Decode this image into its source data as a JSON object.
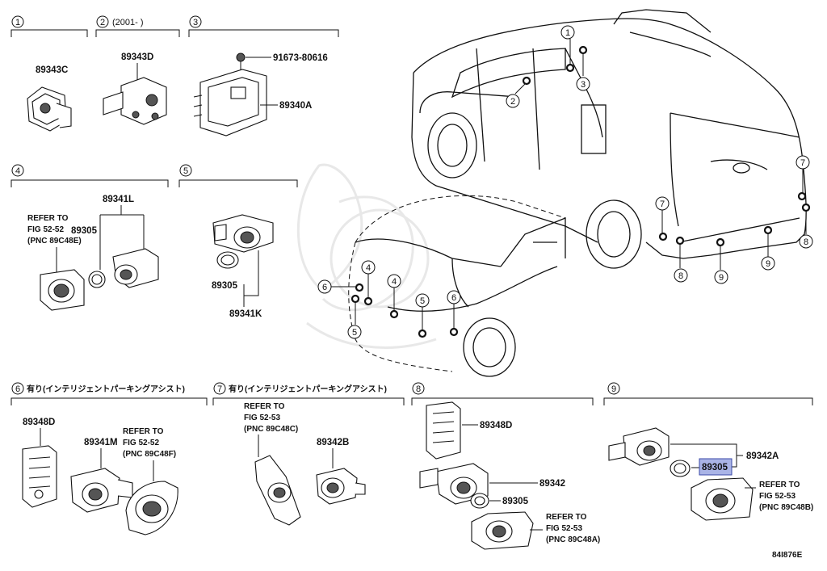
{
  "sections": {
    "s1": {
      "num": "1"
    },
    "s2": {
      "num": "2",
      "note": "(2001-      )"
    },
    "s3": {
      "num": "3"
    },
    "s4": {
      "num": "4"
    },
    "s5": {
      "num": "5"
    },
    "s6": {
      "num": "6",
      "note": "有り(インテリジェントパーキングアシスト)"
    },
    "s7": {
      "num": "7",
      "note": "有り(インテリジェントパーキングアシスト)"
    },
    "s8": {
      "num": "8"
    },
    "s9": {
      "num": "9"
    }
  },
  "parts": {
    "p89343C": "89343C",
    "p89343D": "89343D",
    "p91673": "91673-80616",
    "p89340A": "89340A",
    "p89341L": "89341L",
    "p89305_4": "89305",
    "p89305_5": "89305",
    "p89341K": "89341K",
    "p89348D_6": "89348D",
    "p89341M": "89341M",
    "p89342B": "89342B",
    "p89348D_8": "89348D",
    "p89342": "89342",
    "p89305_8": "89305",
    "p89342A": "89342A",
    "p89305_9": "89305"
  },
  "refs": {
    "r4": [
      "REFER TO",
      "FIG 52-52",
      "(PNC 89C48E)"
    ],
    "r6": [
      "REFER TO",
      "FIG 52-52",
      "(PNC 89C48F)"
    ],
    "r7": [
      "REFER TO",
      "FIG 52-53",
      "(PNC 89C48C)"
    ],
    "r8": [
      "REFER TO",
      "FIG 52-53",
      "(PNC 89C48A)"
    ],
    "r9": [
      "REFER TO",
      "FIG 52-53",
      "(PNC 89C48B)"
    ]
  },
  "callouts": {
    "rear_1": "1",
    "rear_2": "2",
    "rear_3": "3",
    "rear_7a": "7",
    "rear_7b": "7",
    "rear_8a": "8",
    "rear_8b": "8",
    "rear_9a": "9",
    "rear_9b": "9",
    "front_4a": "4",
    "front_4b": "4",
    "front_5a": "5",
    "front_5b": "5",
    "front_6a": "6",
    "front_6b": "6"
  },
  "highlight": {
    "part": "89305",
    "color": "#aab4e6"
  },
  "figure_code": "84I876E"
}
